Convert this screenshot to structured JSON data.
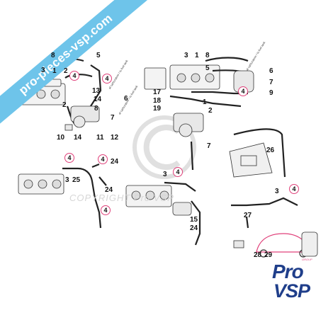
{
  "banner_text": "pro-pieces-vsp.com",
  "watermark_text": "COPYRIGHT Pro VSP",
  "logo": {
    "line1": "Pro",
    "line2": "VSP",
    "group": "GROUP"
  },
  "accent_color": "#e0407a",
  "banner_color": "#6ec4ea",
  "logo_color": "#1f3e8a",
  "part_numbers": [
    "8",
    "3",
    "1",
    "2",
    "4",
    "5",
    "4",
    "6",
    "2",
    "7",
    "13",
    "14",
    "8",
    "10",
    "14",
    "11",
    "12",
    "3",
    "1",
    "8",
    "6",
    "5",
    "7",
    "4",
    "9",
    "17",
    "18",
    "19",
    "1",
    "2",
    "7",
    "26",
    "4",
    "4",
    "24",
    "3",
    "25",
    "24",
    "4",
    "3",
    "4",
    "27",
    "15",
    "24",
    "3",
    "4",
    "28",
    "29"
  ],
  "notes": [
    "al carburatore / to fuel tank",
    "al carburatore / to fuel tank",
    "al carburatore / to fuel tank"
  ]
}
